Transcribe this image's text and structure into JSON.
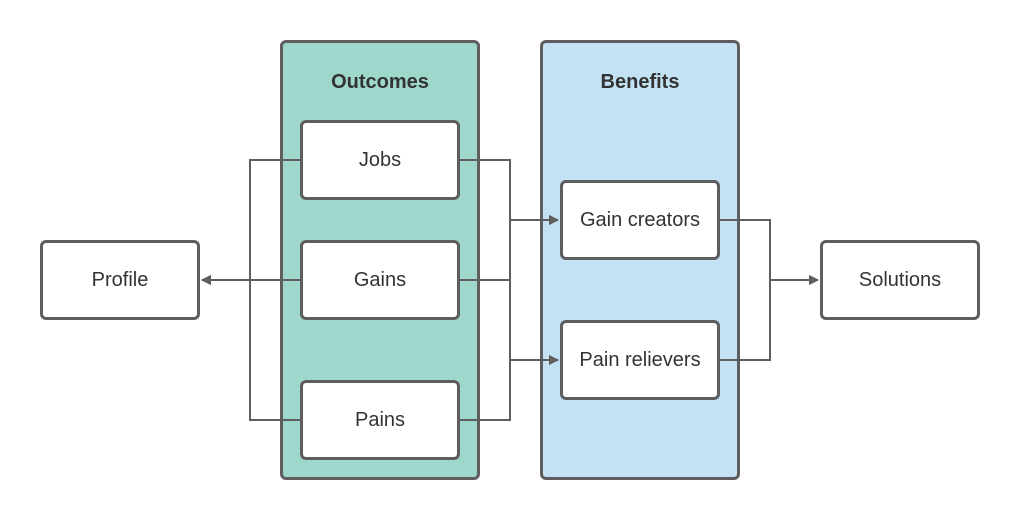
{
  "colors": {
    "outcomes_fill": "#9ed8cd",
    "benefits_fill": "#c3e3f5",
    "stroke": "#5e5e5e",
    "text": "#333333"
  },
  "groups": {
    "outcomes": {
      "title": "Outcomes"
    },
    "benefits": {
      "title": "Benefits"
    }
  },
  "nodes": {
    "profile": "Profile",
    "jobs": "Jobs",
    "gains": "Gains",
    "pains": "Pains",
    "gain_creators": "Gain creators",
    "pain_relievers": "Pain relievers",
    "solutions": "Solutions"
  },
  "edges": [
    {
      "from": "Jobs",
      "to": "Profile"
    },
    {
      "from": "Gains",
      "to": "Profile"
    },
    {
      "from": "Pains",
      "to": "Profile"
    },
    {
      "from": "Jobs",
      "to": "Gain creators"
    },
    {
      "from": "Gains",
      "to": "Gain creators"
    },
    {
      "from": "Jobs",
      "to": "Pain relievers"
    },
    {
      "from": "Pains",
      "to": "Pain relievers"
    },
    {
      "from": "Gain creators",
      "to": "Solutions"
    },
    {
      "from": "Pain relievers",
      "to": "Solutions"
    }
  ]
}
